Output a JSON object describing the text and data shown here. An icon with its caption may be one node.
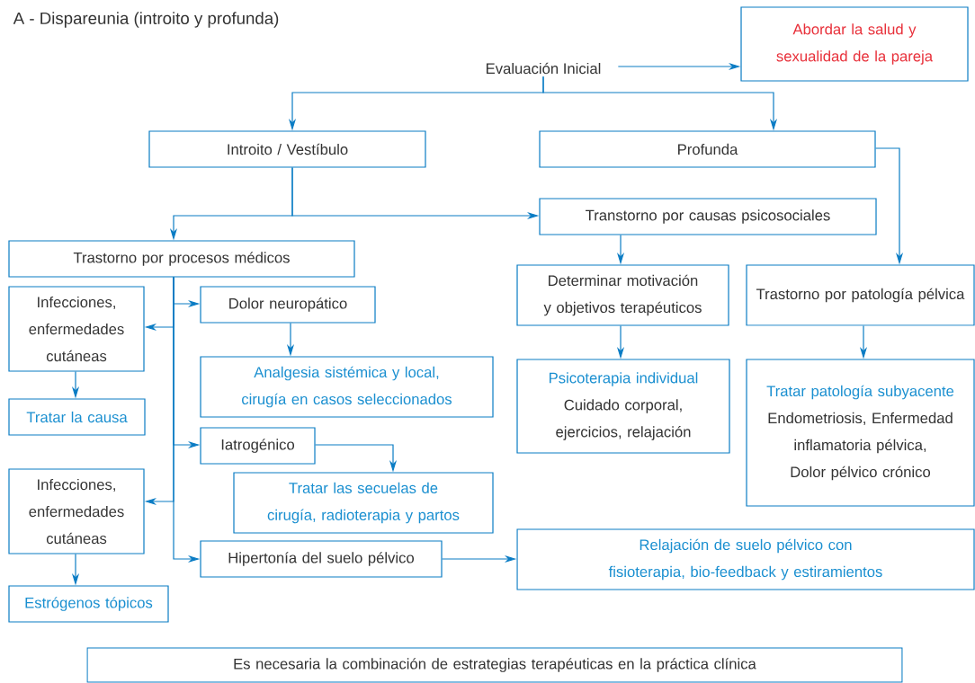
{
  "diagram": {
    "title": "A - Dispareunia (introito y profunda)",
    "nodes": [
      {
        "text": [
          "Evaluación Inicial"
        ]
      },
      {
        "text": [
          "Abordar la salud y sexualidad de la pareja"
        ]
      },
      {
        "text": [
          "Introito / Vestíbulo"
        ]
      },
      {
        "text": [
          "Profunda"
        ]
      },
      {
        "text": [
          "Transtorno por causas psicosociales"
        ]
      },
      {
        "text": [
          "Trastorno por procesos médicos"
        ]
      },
      {
        "text": [
          "Determinar motivación y objetivos terapéuticos"
        ]
      },
      {
        "text": [
          "Trastorno por patología pélvica"
        ]
      },
      {
        "text": [
          "Infecciones, enfermedades cutáneas"
        ]
      },
      {
        "text": [
          "Dolor neuropático"
        ]
      },
      {
        "text": [
          "Analgesia sistémica y local, cirugía en casos seleccionados"
        ]
      },
      {
        "text": [
          "Psicoterapia individual",
          "Cuidado corporal, ejercicios, relajación"
        ]
      },
      {
        "text": [
          "Tratar patología subyacente",
          "Endometriosis, Enfermedad inflamatoria pélvica, Dolor pélvico crónico"
        ]
      },
      {
        "text": [
          "Tratar la causa"
        ]
      },
      {
        "text": [
          "Iatrogénico"
        ]
      },
      {
        "text": [
          "Tratar las secuelas de cirugía, radioterapia y partos"
        ]
      },
      {
        "text": [
          "Infecciones, enfermedades cutáneas"
        ]
      },
      {
        "text": [
          "Hipertonía del suelo pélvico"
        ]
      },
      {
        "text": [
          "Relajación de suelo pélvico con fisioterapia, bio-feedback y estiramientos"
        ]
      },
      {
        "text": [
          "Estrógenos tópicos"
        ]
      },
      {
        "text": [
          "Es necesaria la combinación de estrategias terapéuticas en la práctica clínica"
        ]
      }
    ],
    "edges": [
      {
        "from": 0,
        "to": 1,
        "arrow": "to"
      },
      {
        "from": 0,
        "to": 2,
        "arrow": "to"
      },
      {
        "from": 0,
        "to": 3,
        "arrow": "to"
      },
      {
        "from": 2,
        "to": 5,
        "arrow": "to"
      },
      {
        "from": 2,
        "to": 4,
        "arrow": "to"
      },
      {
        "from": 3,
        "to": 7,
        "arrow": "to"
      },
      {
        "from": 4,
        "to": 6,
        "arrow": "to"
      },
      {
        "from": 5,
        "to": 9,
        "arrow": "to"
      },
      {
        "from": 5,
        "to": 8,
        "arrow": "to"
      },
      {
        "from": 5,
        "to": 14,
        "arrow": "to"
      },
      {
        "from": 5,
        "to": 16,
        "arrow": "to"
      },
      {
        "from": 5,
        "to": 17,
        "arrow": "to"
      },
      {
        "from": 8,
        "to": 13,
        "arrow": "to"
      },
      {
        "from": 9,
        "to": 10,
        "arrow": "to"
      },
      {
        "from": 6,
        "to": 11,
        "arrow": "to"
      },
      {
        "from": 7,
        "to": 12,
        "arrow": "to"
      },
      {
        "from": 14,
        "to": 15,
        "arrow": "to"
      },
      {
        "from": 16,
        "to": 19,
        "arrow": "to"
      },
      {
        "from": 17,
        "to": 18,
        "arrow": "to"
      }
    ]
  }
}
